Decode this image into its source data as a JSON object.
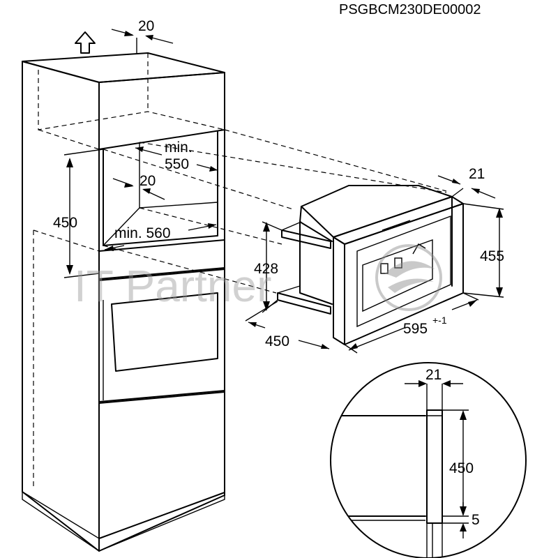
{
  "document_code": "PSGBCM230DE00002",
  "watermark": "IT Partner",
  "cabinet": {
    "top_gap": "20",
    "niche_depth_label_1": "min.",
    "niche_depth_label_2": "550",
    "rear_gap": "20",
    "niche_height": "450",
    "niche_width": "min. 560"
  },
  "appliance": {
    "front_thickness": "21",
    "front_height": "455",
    "body_height": "428",
    "depth": "450",
    "width": "595",
    "width_tolerance": "+-1"
  },
  "detail": {
    "front_thickness": "21",
    "opening_height": "450",
    "bottom_gap": "5"
  },
  "icons": [
    "up-arrow-icon",
    "watermark-logo-icon"
  ]
}
